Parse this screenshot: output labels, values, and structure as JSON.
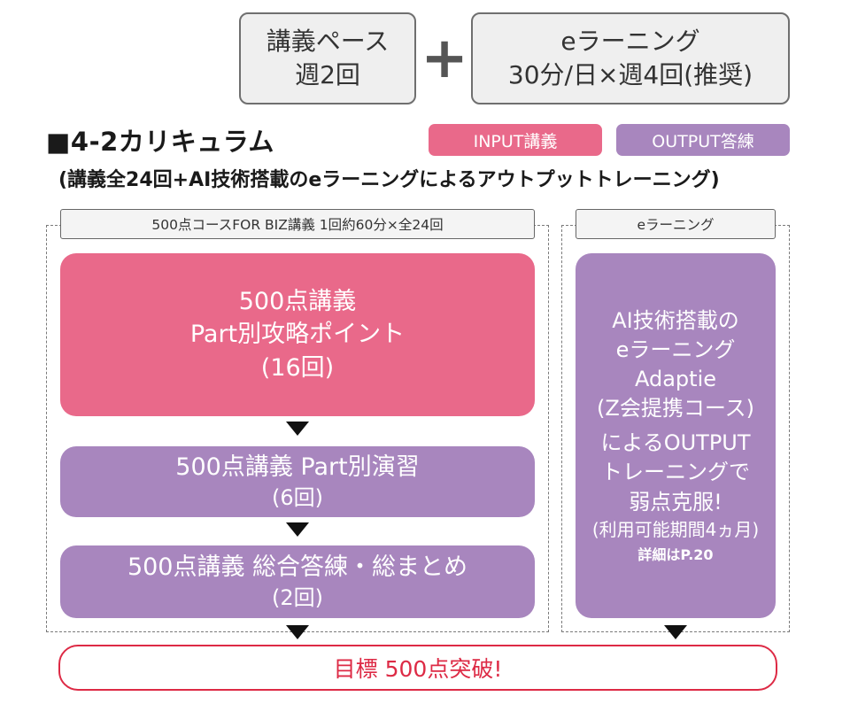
{
  "pace": {
    "lecture_line1": "講義ペース",
    "lecture_line2": "週2回",
    "plus": "+",
    "elearning_line1": "eラーニング",
    "elearning_line2": "30分/日×週4回(推奨)"
  },
  "section": {
    "title": "■4-2カリキュラム",
    "subtitle": "(講義全24回+AI技術搭載のeラーニングによるアウトプットトレーニング)"
  },
  "legend": {
    "input_label": "INPUT講義",
    "output_label": "OUTPUT答練",
    "input_color": "#e9698a",
    "output_color": "#a886be"
  },
  "course": {
    "label": "500点コースFOR BIZ講義 1回約60分×全24回",
    "blocks": [
      {
        "type": "input",
        "line1": "500点講義",
        "line2": "Part別攻略ポイント",
        "line3": "(16回)"
      },
      {
        "type": "output",
        "line1": "500点講義 Part別演習",
        "line2": "(6回)"
      },
      {
        "type": "output",
        "line1": "500点講義 総合答練・総まとめ",
        "line2": "(2回)"
      }
    ]
  },
  "elearning": {
    "label": "eラーニング",
    "lines": [
      "AI技術搭載の",
      "eラーニング",
      "Adaptie",
      "(Z会提携コース)",
      "によるOUTPUT",
      "トレーニングで",
      "弱点克服!"
    ],
    "period": "(利用可能期間4ヵ月)",
    "detail": "詳細はP.20"
  },
  "goal": {
    "text": "目標 500点突破!"
  }
}
